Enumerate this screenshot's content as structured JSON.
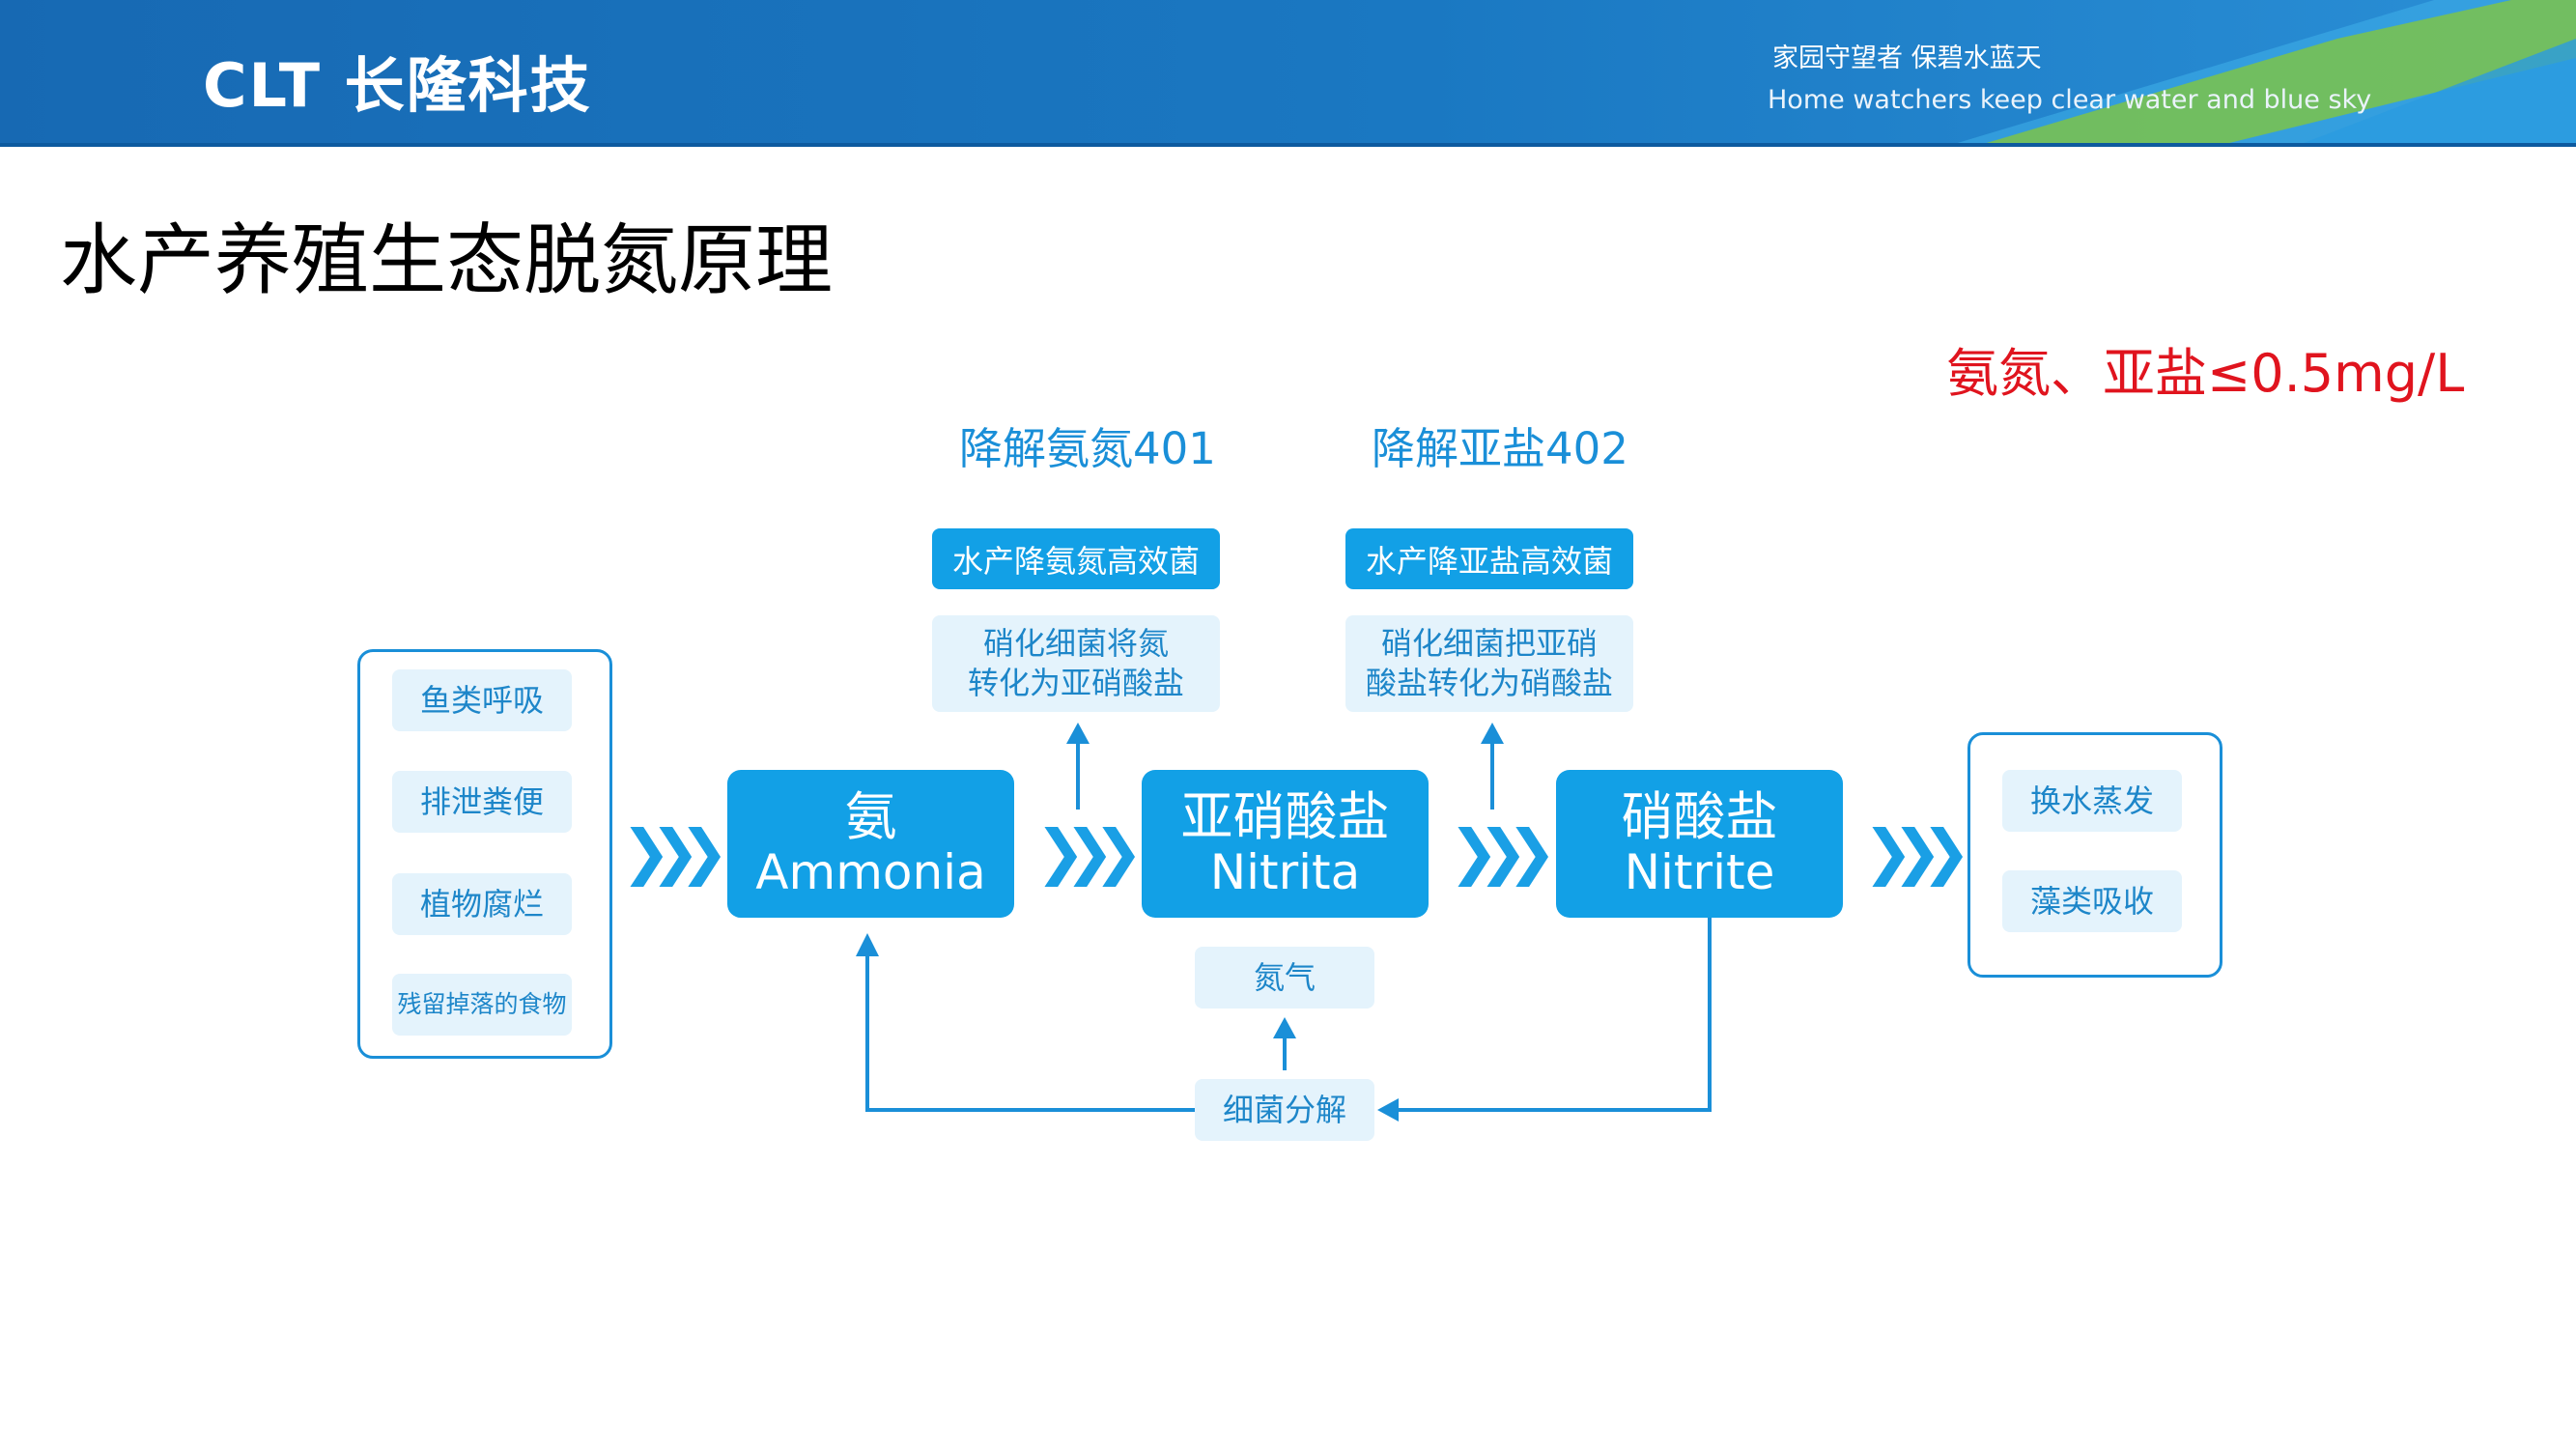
{
  "header": {
    "logo": "CLT 长隆科技",
    "slogan_cn": "家园守望者 保碧水蓝天",
    "slogan_en": "Home watchers keep clear water and blue sky"
  },
  "title": "水产养殖生态脱氮原理",
  "spec_note": "氨氮、亚盐≤0.5mg/L",
  "products": [
    {
      "label": "降解氨氮401",
      "tag": "水产降氨氮高效菌",
      "desc": "硝化细菌将氮\n转化为亚硝酸盐"
    },
    {
      "label": "降解亚盐402",
      "tag": "水产降亚盐高效菌",
      "desc": "硝化细菌把亚硝\n酸盐转化为硝酸盐"
    }
  ],
  "sources": [
    "鱼类呼吸",
    "排泄粪便",
    "植物腐烂",
    "残留掉落的食物"
  ],
  "nodes": [
    {
      "cn": "氨",
      "en": "Ammonia"
    },
    {
      "cn": "亚硝酸盐",
      "en": "Nitrita"
    },
    {
      "cn": "硝酸盐",
      "en": "Nitrite"
    }
  ],
  "sinks": [
    "换水蒸发",
    "藻类吸收"
  ],
  "gas": "氮气",
  "decompose": "细菌分解",
  "chevron": "❯❯❯",
  "colors": {
    "primary": "#12a0e6",
    "light": "#e4f3fc",
    "accent_text": "#1a8fd8",
    "warning": "#e0141e",
    "header": "#1769b3"
  }
}
